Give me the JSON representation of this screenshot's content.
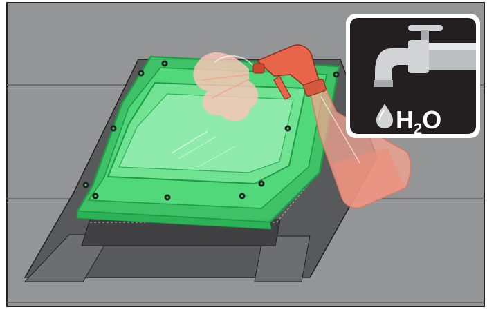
{
  "illustration": {
    "badge": {
      "icon": "water-tap-icon",
      "secondary_icon": "water-drop-icon",
      "label_main": "H",
      "label_sub": "2",
      "label_end": "O"
    },
    "tool_icon": "spray-bottle-icon",
    "subject": "skylight-flashing-frame",
    "colors": {
      "roof": "#939597",
      "roof_dark": "#808284",
      "flashing": "#58595b",
      "frame_green": "#3ad46a",
      "frame_edge": "#1f9a45",
      "bottle": "#f6a592",
      "nozzle": "#e8654a",
      "spray": "#f7c6b7",
      "badge_bg": "#231f20"
    }
  }
}
